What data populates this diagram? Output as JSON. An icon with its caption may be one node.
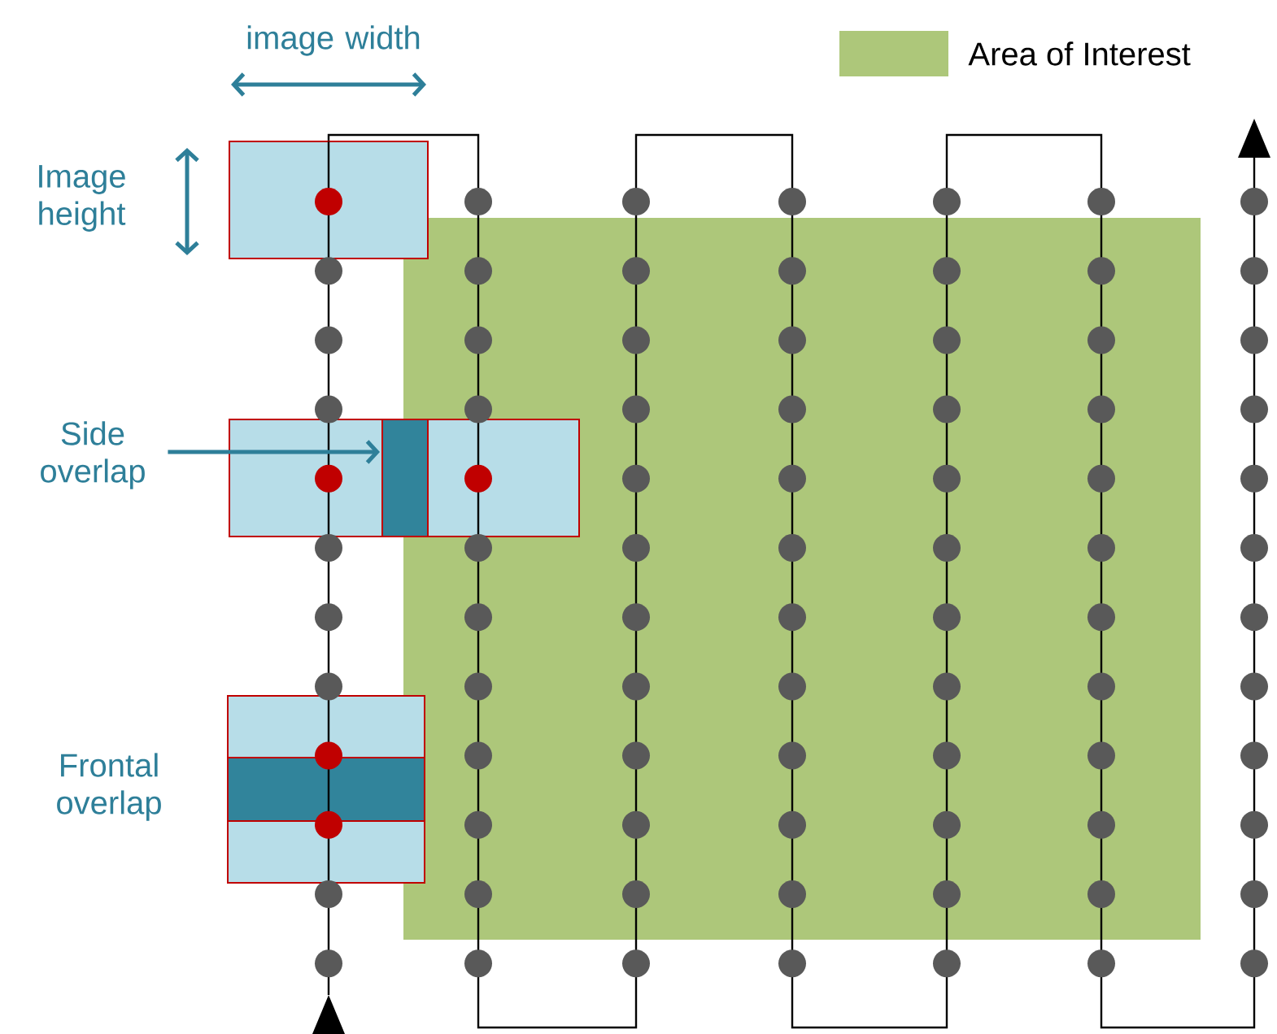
{
  "diagram": {
    "nodes": [
      {
        "text": [
          "Side overlap"
        ]
      },
      {
        "text": [],
        "shape": "box"
      }
    ],
    "edges": [
      {
        "from": 0,
        "to": 1,
        "arrow": "to"
      }
    ],
    "labels": [
      "image width",
      "Image height",
      "Frontal overlap"
    ],
    "legend": [
      {
        "text": "Area of Interest",
        "color": "#adc77a"
      }
    ]
  }
}
